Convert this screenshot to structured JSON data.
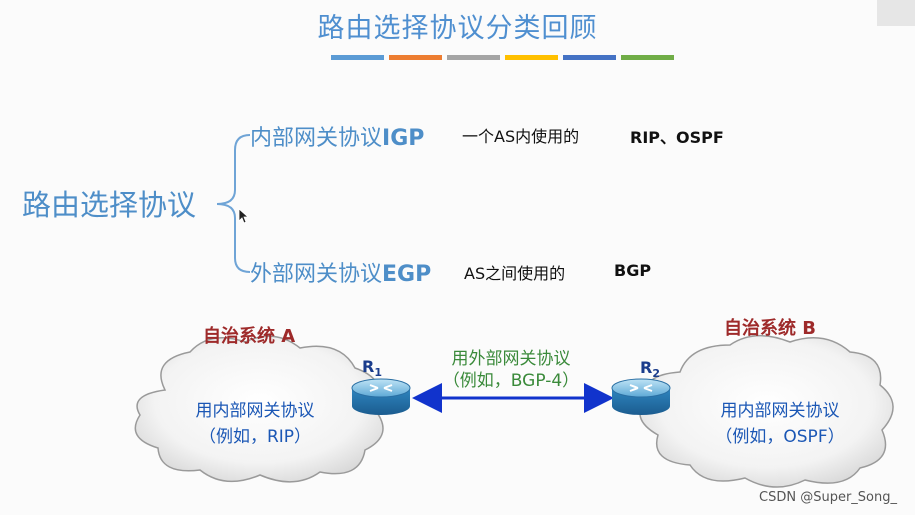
{
  "title": "路由选择协议分类回顾",
  "colors": [
    "#5b9bd5",
    "#ed7d31",
    "#a5a5a5",
    "#ffc000",
    "#4472c4",
    "#70ad47"
  ],
  "root": "路由选择协议",
  "igp": {
    "name": "内部网关协议",
    "abbr": "IGP",
    "desc": "一个AS内使用的",
    "examples": "RIP、OSPF"
  },
  "egp": {
    "name": "外部网关协议",
    "abbr": "EGP",
    "desc": "AS之间使用的",
    "examples": "BGP"
  },
  "as_a": {
    "label": "自治系统 A",
    "line1": "用内部网关协议",
    "line2": "（例如，RIP）",
    "router": "R",
    "router_sub": "1"
  },
  "as_b": {
    "label": "自治系统 B",
    "line1": "用内部网关协议",
    "line2": "（例如，OSPF）",
    "router": "R",
    "router_sub": "2"
  },
  "link": {
    "line1": "用外部网关协议",
    "line2": "（例如，BGP-4）"
  },
  "watermark": "CSDN @Super_Song_"
}
